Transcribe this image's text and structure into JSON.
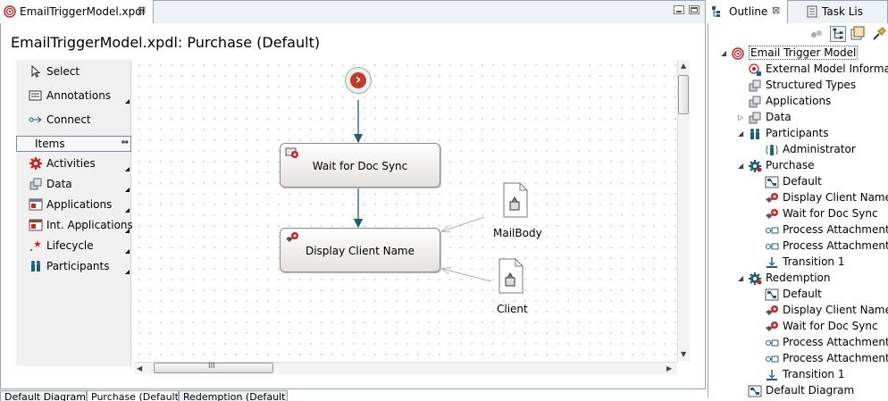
{
  "editor": {
    "tab_label": "EmailTriggerModel.xpdl",
    "close_glyph": "⊠",
    "diagram_title": "EmailTriggerModel.xpdl: Purchase (Default)"
  },
  "palette": {
    "items": [
      {
        "label": "Select",
        "icon": "cursor-arrow-icon"
      },
      {
        "label": "Annotations",
        "icon": "annotation-icon"
      },
      {
        "label": "Connect",
        "icon": "connect-arrow-icon"
      },
      {
        "label": "Items",
        "icon": "collapse-arrows-icon"
      },
      {
        "label": "Activities",
        "icon": "gear-red-icon"
      },
      {
        "label": "Data",
        "icon": "data-icon"
      },
      {
        "label": "Applications",
        "icon": "application-icon"
      },
      {
        "label": "Int. Applications",
        "icon": "int-application-icon"
      },
      {
        "label": "Lifecycle",
        "icon": "lifecycle-icon"
      },
      {
        "label": "Participants",
        "icon": "participants-icon"
      }
    ]
  },
  "diagram": {
    "activity_wait": "Wait for Doc Sync",
    "activity_display": "Display Client Name",
    "data_mailbody": "MailBody",
    "data_client": "Client",
    "start_glyph": "›"
  },
  "scroll": {
    "hthumb_glyph": "III"
  },
  "bottom_tabs": [
    "Default Diagram",
    "Purchase (Default)",
    "Redemption (Default)"
  ],
  "outline": {
    "tab_label": "Outline",
    "tab_close": "⊠",
    "task_tab_label": "Task Lis",
    "tree": [
      {
        "label": "Email Trigger Model",
        "depth": 0,
        "twisty": "open",
        "icon": "model-icon"
      },
      {
        "label": "External Model Information",
        "depth": 1,
        "twisty": "none",
        "icon": "external-model-icon"
      },
      {
        "label": "Structured Types",
        "depth": 1,
        "twisty": "none",
        "icon": "structured-types-icon"
      },
      {
        "label": "Applications",
        "depth": 1,
        "twisty": "none",
        "icon": "applications-icon"
      },
      {
        "label": "Data",
        "depth": 1,
        "twisty": "closed",
        "icon": "data-icon"
      },
      {
        "label": "Participants",
        "depth": 1,
        "twisty": "open",
        "icon": "participants-icon"
      },
      {
        "label": "Administrator",
        "depth": 2,
        "twisty": "none",
        "icon": "administrator-icon"
      },
      {
        "label": "Purchase",
        "depth": 1,
        "twisty": "open",
        "icon": "process-gear-icon"
      },
      {
        "label": "Default",
        "depth": 2,
        "twisty": "none",
        "icon": "diagram-icon"
      },
      {
        "label": "Display Client Name",
        "depth": 2,
        "twisty": "none",
        "icon": "activity-icon"
      },
      {
        "label": "Wait for Doc Sync",
        "depth": 2,
        "twisty": "none",
        "icon": "activity-icon"
      },
      {
        "label": "Process Attachments",
        "depth": 2,
        "twisty": "none",
        "icon": "trigger-icon"
      },
      {
        "label": "Process Attachments",
        "depth": 2,
        "twisty": "none",
        "icon": "trigger-icon"
      },
      {
        "label": "Transition 1",
        "depth": 2,
        "twisty": "none",
        "icon": "transition-icon"
      },
      {
        "label": "Redemption",
        "depth": 1,
        "twisty": "open",
        "icon": "process-gear-icon"
      },
      {
        "label": "Default",
        "depth": 2,
        "twisty": "none",
        "icon": "diagram-icon"
      },
      {
        "label": "Display Client Name",
        "depth": 2,
        "twisty": "none",
        "icon": "activity-icon"
      },
      {
        "label": "Wait for Doc Sync",
        "depth": 2,
        "twisty": "none",
        "icon": "activity-icon"
      },
      {
        "label": "Process Attachments",
        "depth": 2,
        "twisty": "none",
        "icon": "trigger-icon"
      },
      {
        "label": "Process Attachments",
        "depth": 2,
        "twisty": "none",
        "icon": "trigger-icon"
      },
      {
        "label": "Transition 1",
        "depth": 2,
        "twisty": "none",
        "icon": "transition-icon"
      },
      {
        "label": "Default Diagram",
        "depth": 1,
        "twisty": "none",
        "icon": "diagram-icon"
      }
    ]
  },
  "colors": {
    "accent": "#1d5f7a",
    "start_red": "#c0392b",
    "gear_red": "#cc2222",
    "frame": "#9aa4b4"
  }
}
